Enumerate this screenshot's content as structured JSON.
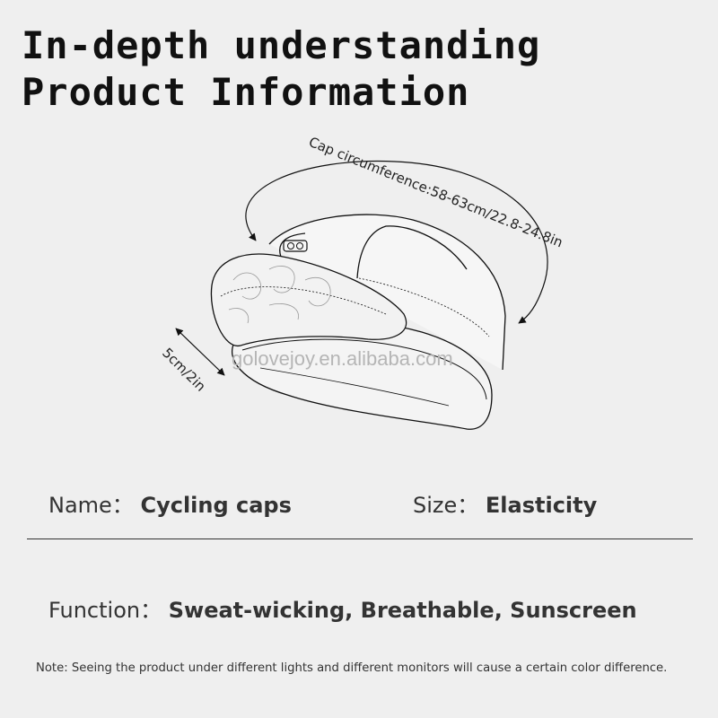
{
  "header": {
    "title_line1": "In-depth understanding",
    "title_line2": "Product Information"
  },
  "illustration": {
    "circumference_label": "Cap circumference:58-63cm/22.8-24.8in",
    "brim_label": "5cm/2in",
    "watermark": "golovejoy.en.alibaba.com"
  },
  "specs": {
    "name_label": "Name：",
    "name_value": "Cycling caps",
    "size_label": "Size：",
    "size_value": "Elasticity",
    "function_label": "Function：",
    "function_value": "Sweat-wicking, Breathable, Sunscreen"
  },
  "note": "Note: Seeing the product under different lights and different monitors will cause a certain color difference."
}
